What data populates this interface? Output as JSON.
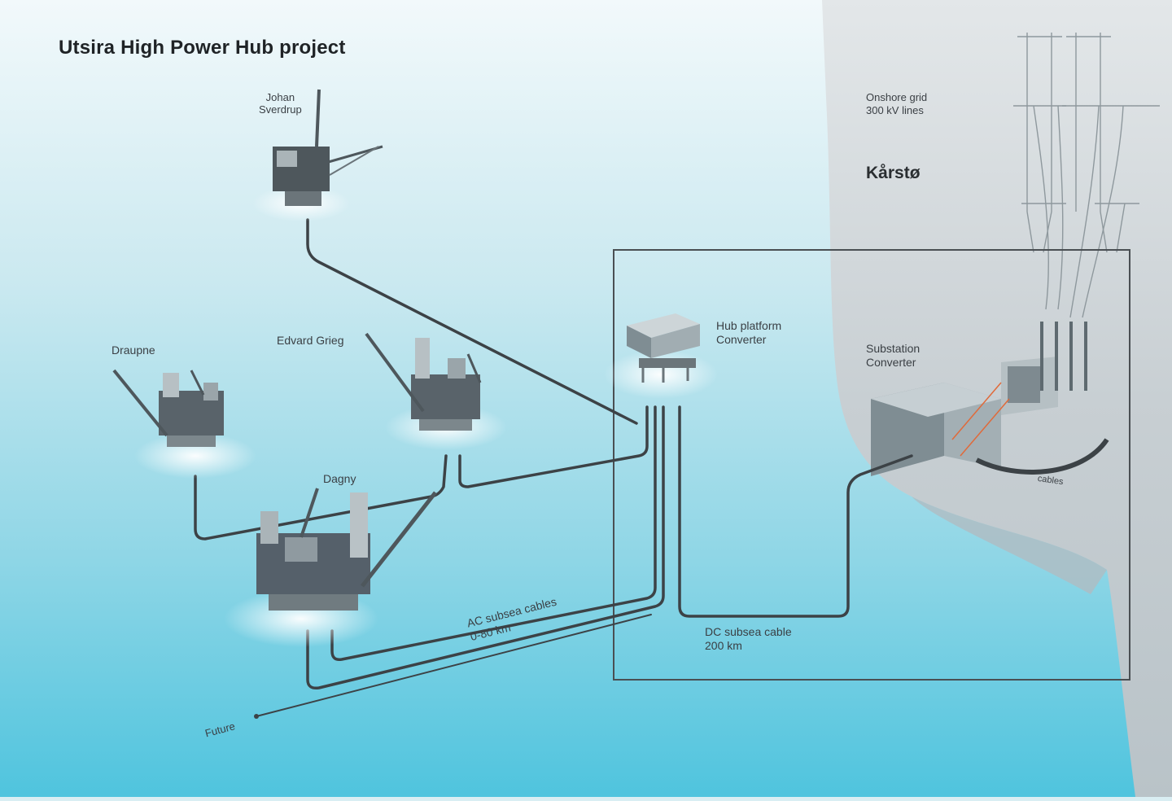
{
  "title": "Utsira High Power Hub project",
  "labels": {
    "johan": [
      "Johan",
      "Sverdrup"
    ],
    "edvard": "Edvard Grieg",
    "draupne": "Draupne",
    "dagny": "Dagny",
    "hub": [
      "Hub platform",
      "Converter"
    ],
    "substation": [
      "Substation",
      "Converter"
    ],
    "onshore": [
      "Onshore grid",
      "300 kV lines"
    ],
    "karsto": "Kårstø",
    "ac_cables": [
      "AC subsea cables",
      "0-80 km"
    ],
    "dc_cable": [
      "DC subsea cable",
      "200 km"
    ],
    "future": "Future",
    "onshore_cable": "cables"
  },
  "colors": {
    "sea_light": "#e6f4f7",
    "sea_deep": "#48c3dc",
    "land": "#c4ccd0",
    "cable": "#3c4246",
    "frame": "#4a4f53"
  }
}
